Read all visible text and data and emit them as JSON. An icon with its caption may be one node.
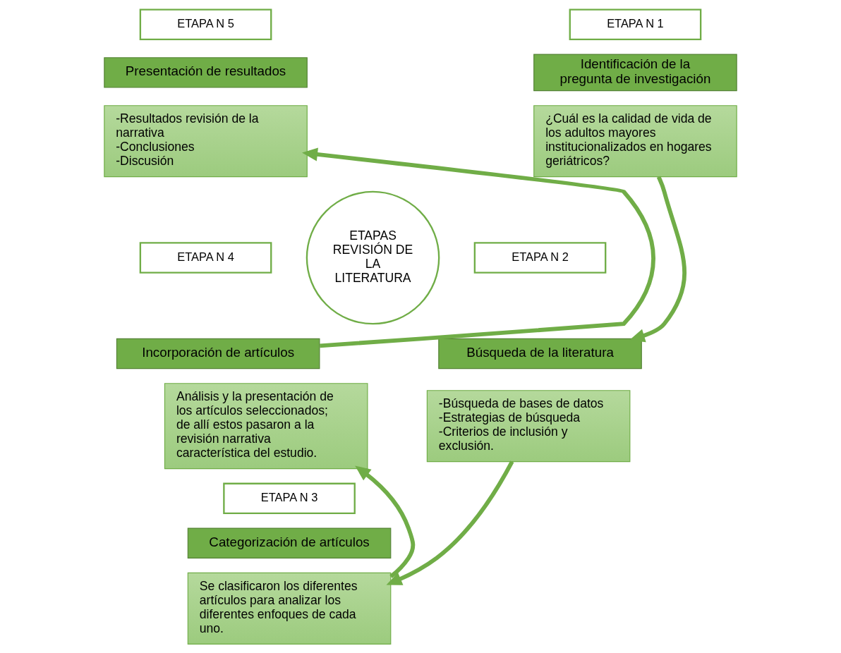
{
  "diagram": {
    "nodes": [
      {
        "text": [
          "ETAPA N 5"
        ]
      },
      {
        "text": [
          "Presentación de resultados"
        ]
      },
      {
        "text": [
          "-Resultados revisión de la narrativa",
          "-Conclusiones",
          "-Discusión"
        ]
      },
      {
        "text": [
          "ETAPA N 1"
        ]
      },
      {
        "text": [
          "Identificación de la pregunta de investigación"
        ]
      },
      {
        "text": [
          "¿Cuál es la calidad de vida de los adultos mayores institucionalizados en hogares geriátricos?"
        ]
      },
      {
        "text": [
          "ETAPA N 4"
        ]
      },
      {
        "text": [
          "Incorporación de artículos"
        ]
      },
      {
        "text": [
          "ETAPAS REVISIÓN DE LA LITERATURA"
        ]
      },
      {
        "text": [
          "ETAPA N 2"
        ]
      },
      {
        "text": [
          "Búsqueda de la literatura"
        ]
      },
      {
        "text": [
          "-Búsqueda de bases de datos",
          "-Estrategias de búsqueda",
          "-Criterios de inclusión y exclusión."
        ]
      },
      {
        "text": [
          "Análisis y la presentación de los artículos seleccionados; de allí estos pasaron a la revisión narrativa característica del estudio."
        ]
      },
      {
        "text": [
          "ETAPA N 3"
        ]
      },
      {
        "text": [
          "Categorización de artículos"
        ]
      },
      {
        "text": [
          "Se clasificaron los diferentes artículos para analizar los diferentes enfoques de cada uno."
        ]
      }
    ],
    "edges": [
      {
        "from": 5,
        "to": 10,
        "arrow": "to"
      },
      {
        "from": 11,
        "to": 15,
        "arrow": "to"
      },
      {
        "from": 15,
        "to": 12,
        "arrow": "to"
      },
      {
        "from": 7,
        "to": 2,
        "arrow": "to"
      }
    ]
  }
}
